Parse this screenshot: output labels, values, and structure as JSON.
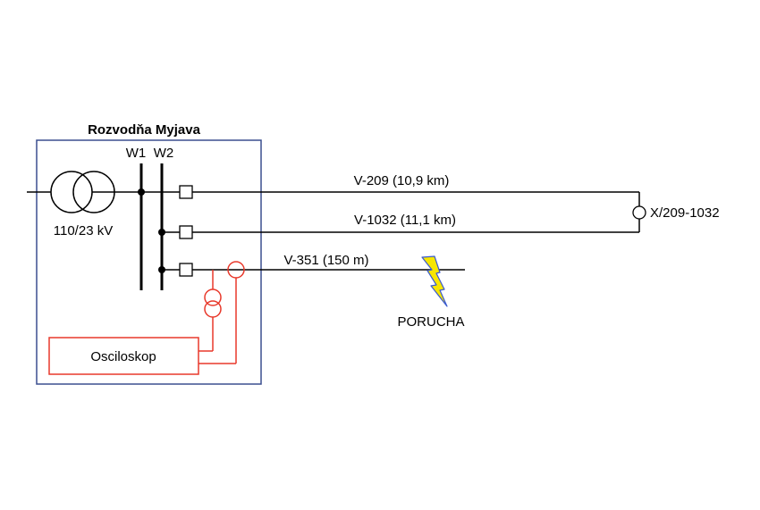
{
  "substation": {
    "title": "Rozvodňa Myjava",
    "busbar_1": "W1",
    "busbar_2": "W2",
    "transformer_rating": "110/23 kV",
    "oscilloscope": "Osciloskop"
  },
  "lines": {
    "line_1": "V-209 (10,9 km)",
    "line_2": "V-1032 (11,1 km)",
    "line_3": "V-351 (150 m)"
  },
  "junction_label": "X/209-1032",
  "fault_label": "PORUCHA",
  "colors": {
    "frame": "#3b4f8f",
    "measurement": "#e8392b",
    "lines": "#000000",
    "lightning_fill": "#f7e600",
    "lightning_stroke": "#3a5bd0"
  }
}
